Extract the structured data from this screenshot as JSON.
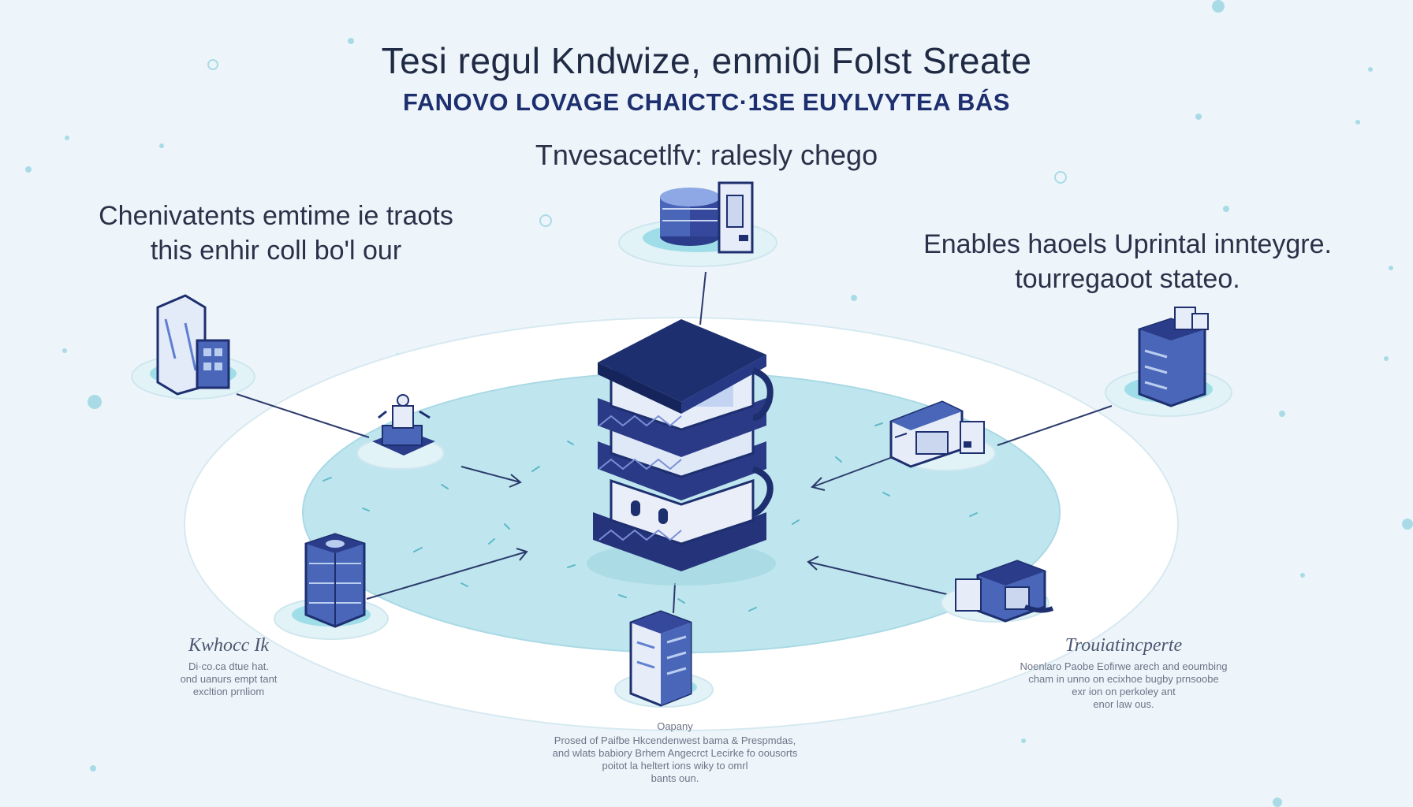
{
  "header": {
    "title": "Tesi regul Kndwize, enmi0i Folst Sreate",
    "subtitle": "FANOVO LOVAGE CHAICTC·1SE EUYLVYTEA BÁS",
    "tagline": "Tnvesacetlfv: ralesly chego"
  },
  "notes": {
    "left_line1": "Chenivatents emtime ie traots",
    "left_line2": "this enhir coll bo'l our",
    "right_line1": "Enables haoels Uprintal innteygre.",
    "right_line2": "tourregaoot stateo."
  },
  "labels": {
    "left_head": "Kwhocc Ik",
    "left_body": "Di·co.ca dtue hat.\nond uanurs empt tant\nexcltion prnliom",
    "right_head": "Trouiatincperte",
    "right_body": "Noenlaro Paobe Eofirwe arech and eoumbing\ncham in unno on ecixhoe bugby prnsoobe\nexr ion on perkoley ant\nenor law ous.",
    "bottom_head": "Oapany",
    "bottom_body": "Prosed of Paifbe Hkcendenwest bama & Prespmdas,\nand wlats babiory Brhem Angecrct Lecirke fo oousorts\npoitot la heltert ions wiky to omrl\nbants oun."
  },
  "colors": {
    "background": "#eef5fa",
    "platform_outer": "#ffffff",
    "platform_inner": "#bfe6ee",
    "accent_navy": "#1d2f6f",
    "accent_blue": "#5e7fd0",
    "pad_cyan": "#9fdde8"
  }
}
